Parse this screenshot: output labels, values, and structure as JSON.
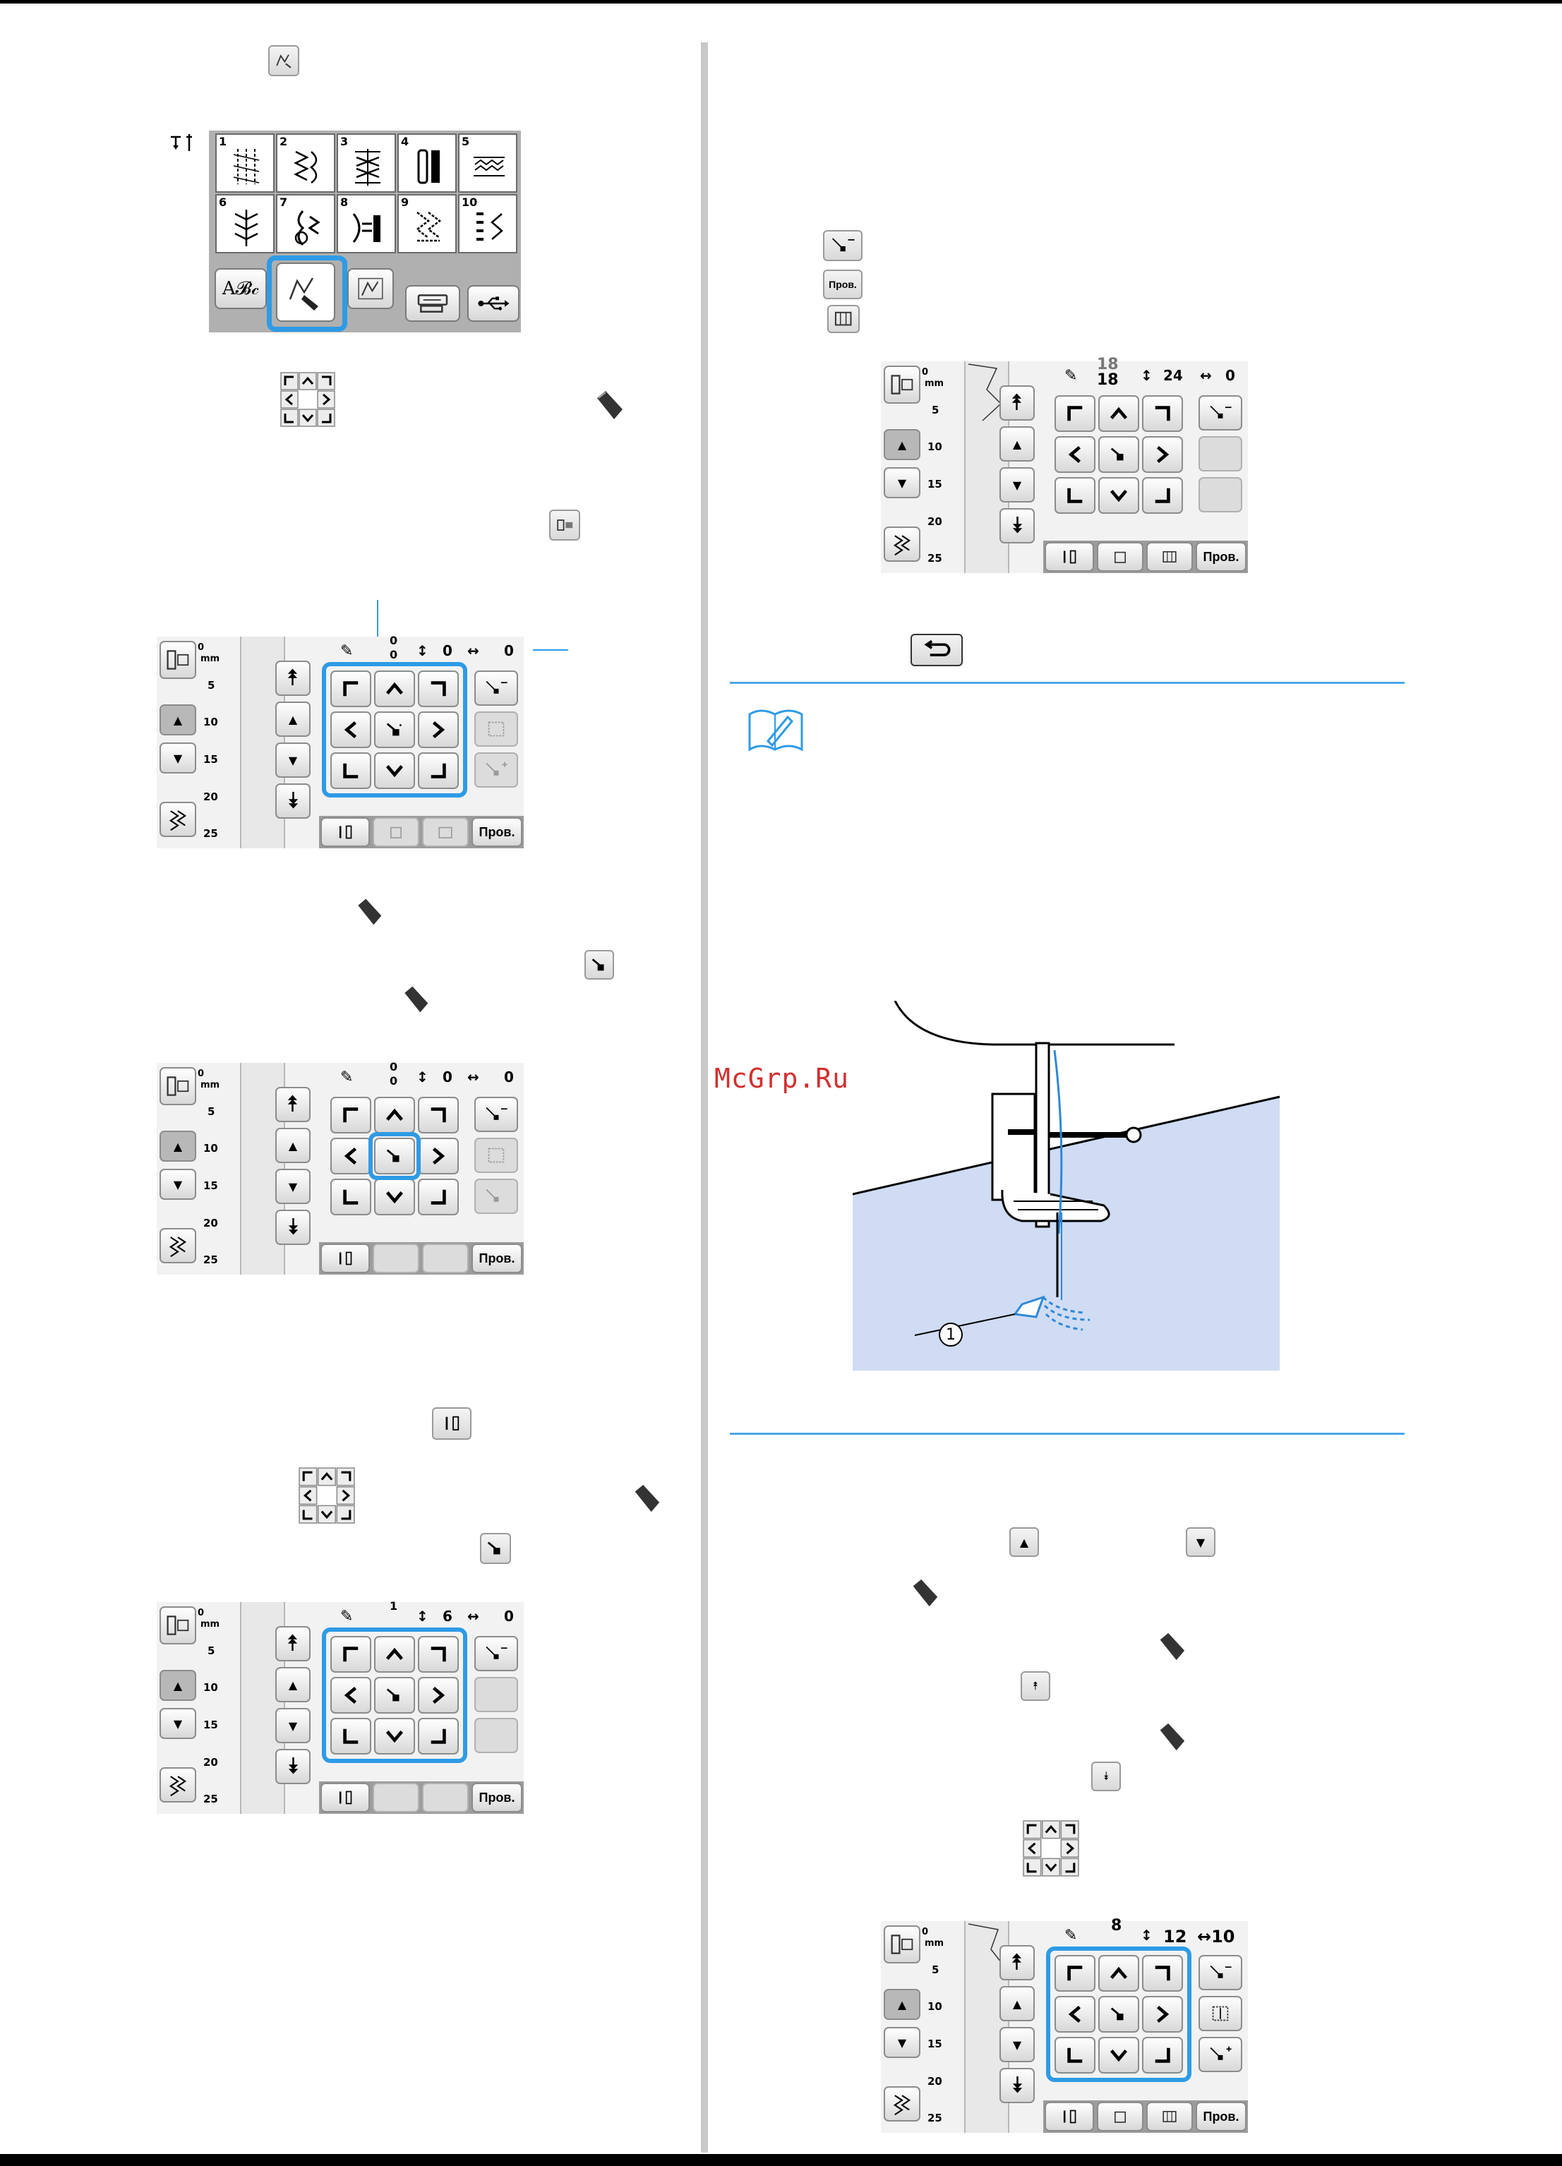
{
  "page": {
    "watermark": "McGrp.Ru"
  },
  "pattern_screen": {
    "cells": [
      {
        "n": "1"
      },
      {
        "n": "2"
      },
      {
        "n": "3"
      },
      {
        "n": "4"
      },
      {
        "n": "5"
      },
      {
        "n": "6"
      },
      {
        "n": "7"
      },
      {
        "n": "8"
      },
      {
        "n": "9"
      },
      {
        "n": "10"
      }
    ],
    "font_button": "A𝓑𝒸"
  },
  "screens": {
    "s1": {
      "top": "0",
      "bottom": "0",
      "vert": "0",
      "horiz": "0"
    },
    "s2": {
      "top": "0",
      "bottom": "0",
      "vert": "0",
      "horiz": "0"
    },
    "s3": {
      "top": "1",
      "bottom": "",
      "vert": "6",
      "horiz": "0"
    },
    "s4": {
      "top": "18",
      "bottom": "18",
      "vert": "24",
      "horiz": "0"
    },
    "s5": {
      "top": "8",
      "bottom": "",
      "vert": "12",
      "horiz": "↔10"
    }
  },
  "scale": {
    "zero": "0",
    "unit": "mm",
    "t5": "5",
    "t10": "10",
    "t15": "15",
    "t20": "20",
    "t25": "25"
  },
  "buttons": {
    "prov": "Пров."
  },
  "callout": {
    "label": "1"
  },
  "icons": {
    "vert": "↕",
    "horiz": "↔",
    "up": "▲",
    "down": "▼",
    "double_up": "⯭",
    "double_down": "⯯"
  }
}
